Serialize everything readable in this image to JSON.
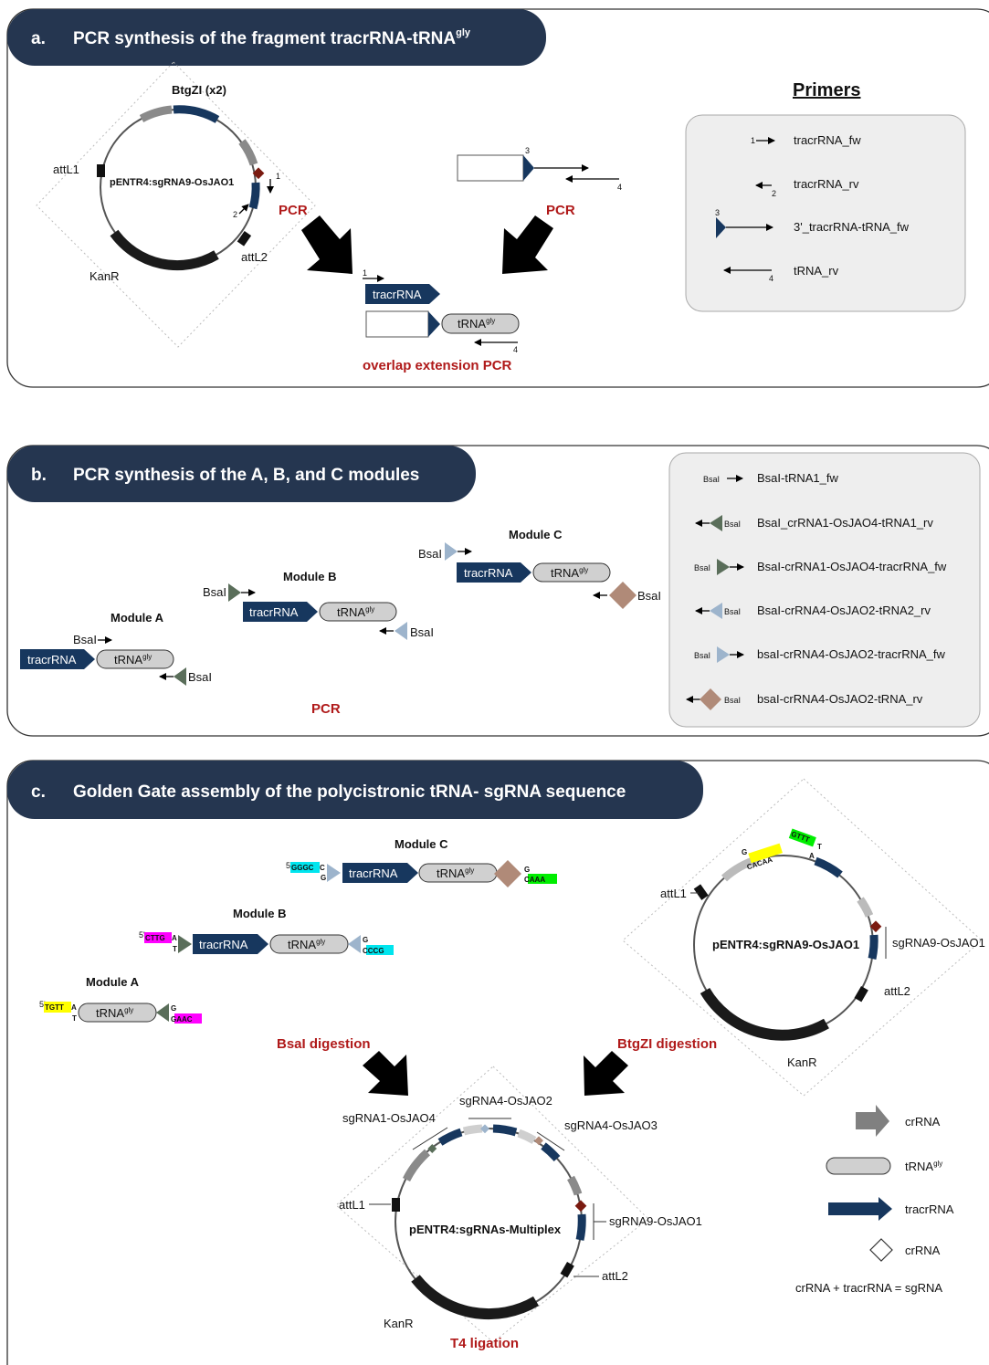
{
  "panel_a": {
    "title_letter": "a.",
    "title": "PCR synthesis of the fragment tracrRNA-tRNA",
    "title_sup": "gly",
    "enzyme_site": "BtgZI (x2)",
    "plasmid": "pENTR4:sgRNA9-OsJAO1",
    "att_l1": "attL1",
    "att_l2": "attL2",
    "kanr": "KanR",
    "primer_num_1": "1",
    "primer_num_2": "2",
    "primer_num_3": "3",
    "primer_num_4": "4",
    "pcr_left": "PCR",
    "pcr_right": "PCR",
    "tracrrna": "tracrRNA",
    "trna": "tRNA",
    "gly": "gly",
    "overlap": "overlap extension PCR",
    "primers_title": "Primers",
    "primers": [
      "tracrRNA_fw",
      "tracrRNA_rv",
      "3'_tracrRNA-tRNA_fw",
      "tRNA_rv"
    ]
  },
  "panel_b": {
    "title_letter": "b.",
    "title": "PCR synthesis of the A, B, and C modules",
    "module_a": "Module A",
    "module_b": "Module B",
    "module_c": "Module C",
    "bsai": "BsaI",
    "tracrrna": "tracrRNA",
    "trna": "tRNA",
    "gly": "gly",
    "pcr": "PCR",
    "primers": [
      "BsaI-tRNA1_fw",
      "BsaI_crRNA1-OsJAO4-tRNA1_rv",
      "BsaI-crRNA1-OsJAO4-tracrRNA_fw",
      "BsaI-crRNA4-OsJAO2-tRNA2_rv",
      "bsaI-crRNA4-OsJAO2-tracrRNA_fw",
      "bsaI-crRNA4-OsJAO2-tRNA_rv"
    ]
  },
  "panel_c": {
    "title_letter": "c.",
    "title": "Golden Gate assembly of the polycistronic tRNA- sgRNA sequence",
    "module_a": "Module A",
    "module_b": "Module B",
    "module_c": "Module C",
    "tracrrna": "tracrRNA",
    "trna": "tRNA",
    "gly": "gly",
    "seq_c_left_top": "GGGC",
    "seq_c_left_g": "C",
    "seq_c_left_bot": "G",
    "seq_c_right_top": "G",
    "seq_c_right_bot": "CAAA",
    "seq_b_left_top": "CTTG",
    "seq_b_left_a": "A",
    "seq_b_left_t": "T",
    "seq_b_right_top": "G",
    "seq_b_right_bot": "CCCG",
    "seq_a_left_top": "TGTT",
    "seq_a_left_a": "A",
    "seq_a_left_t": "T",
    "seq_a_right_top": "G",
    "seq_a_right_bot": "GAAC",
    "seq_5": "5'",
    "bsai_digestion": "BsaI digestion",
    "btgzi_digestion": "BtgZI digestion",
    "t4_ligation": "T4 ligation",
    "plasmid_top": "pENTR4:sgRNA9-OsJAO1",
    "plasmid_bottom": "pENTR4:sgRNAs-Multiplex",
    "att_l1": "attL1",
    "att_l2": "attL2",
    "kanr": "KanR",
    "sgrna9": "sgRNA9-OsJAO1",
    "sgrna1": "sgRNA1-OsJAO4",
    "sgrna4_2": "sgRNA4-OsJAO2",
    "sgrna4_3": "sgRNA4-OsJAO3",
    "top_seq_g": "G",
    "top_seq_acaa": "CACAA",
    "top_seq_gttt": "GTTT",
    "top_seq_t": "T",
    "top_seq_a": "A",
    "legend": [
      "crRNA",
      "tRNA",
      "tracrRNA",
      "crRNA"
    ],
    "legend_gly": "gly",
    "legend_eq": "crRNA + tracrRNA = sgRNA"
  },
  "colors": {
    "header_bg": "#253650",
    "tracr": "#17375e",
    "trna_fill": "#d0d0d0",
    "cr_gray": "#7f7f7f",
    "olive": "#5a6e5a",
    "lightblue": "#9db4cc",
    "brown": "#b08a78",
    "red_text": "#b01a1a",
    "yellow": "#ffff00",
    "magenta": "#ff00ff",
    "cyan": "#00e5ee",
    "green": "#00ee00",
    "maroon": "#7a1a10"
  }
}
